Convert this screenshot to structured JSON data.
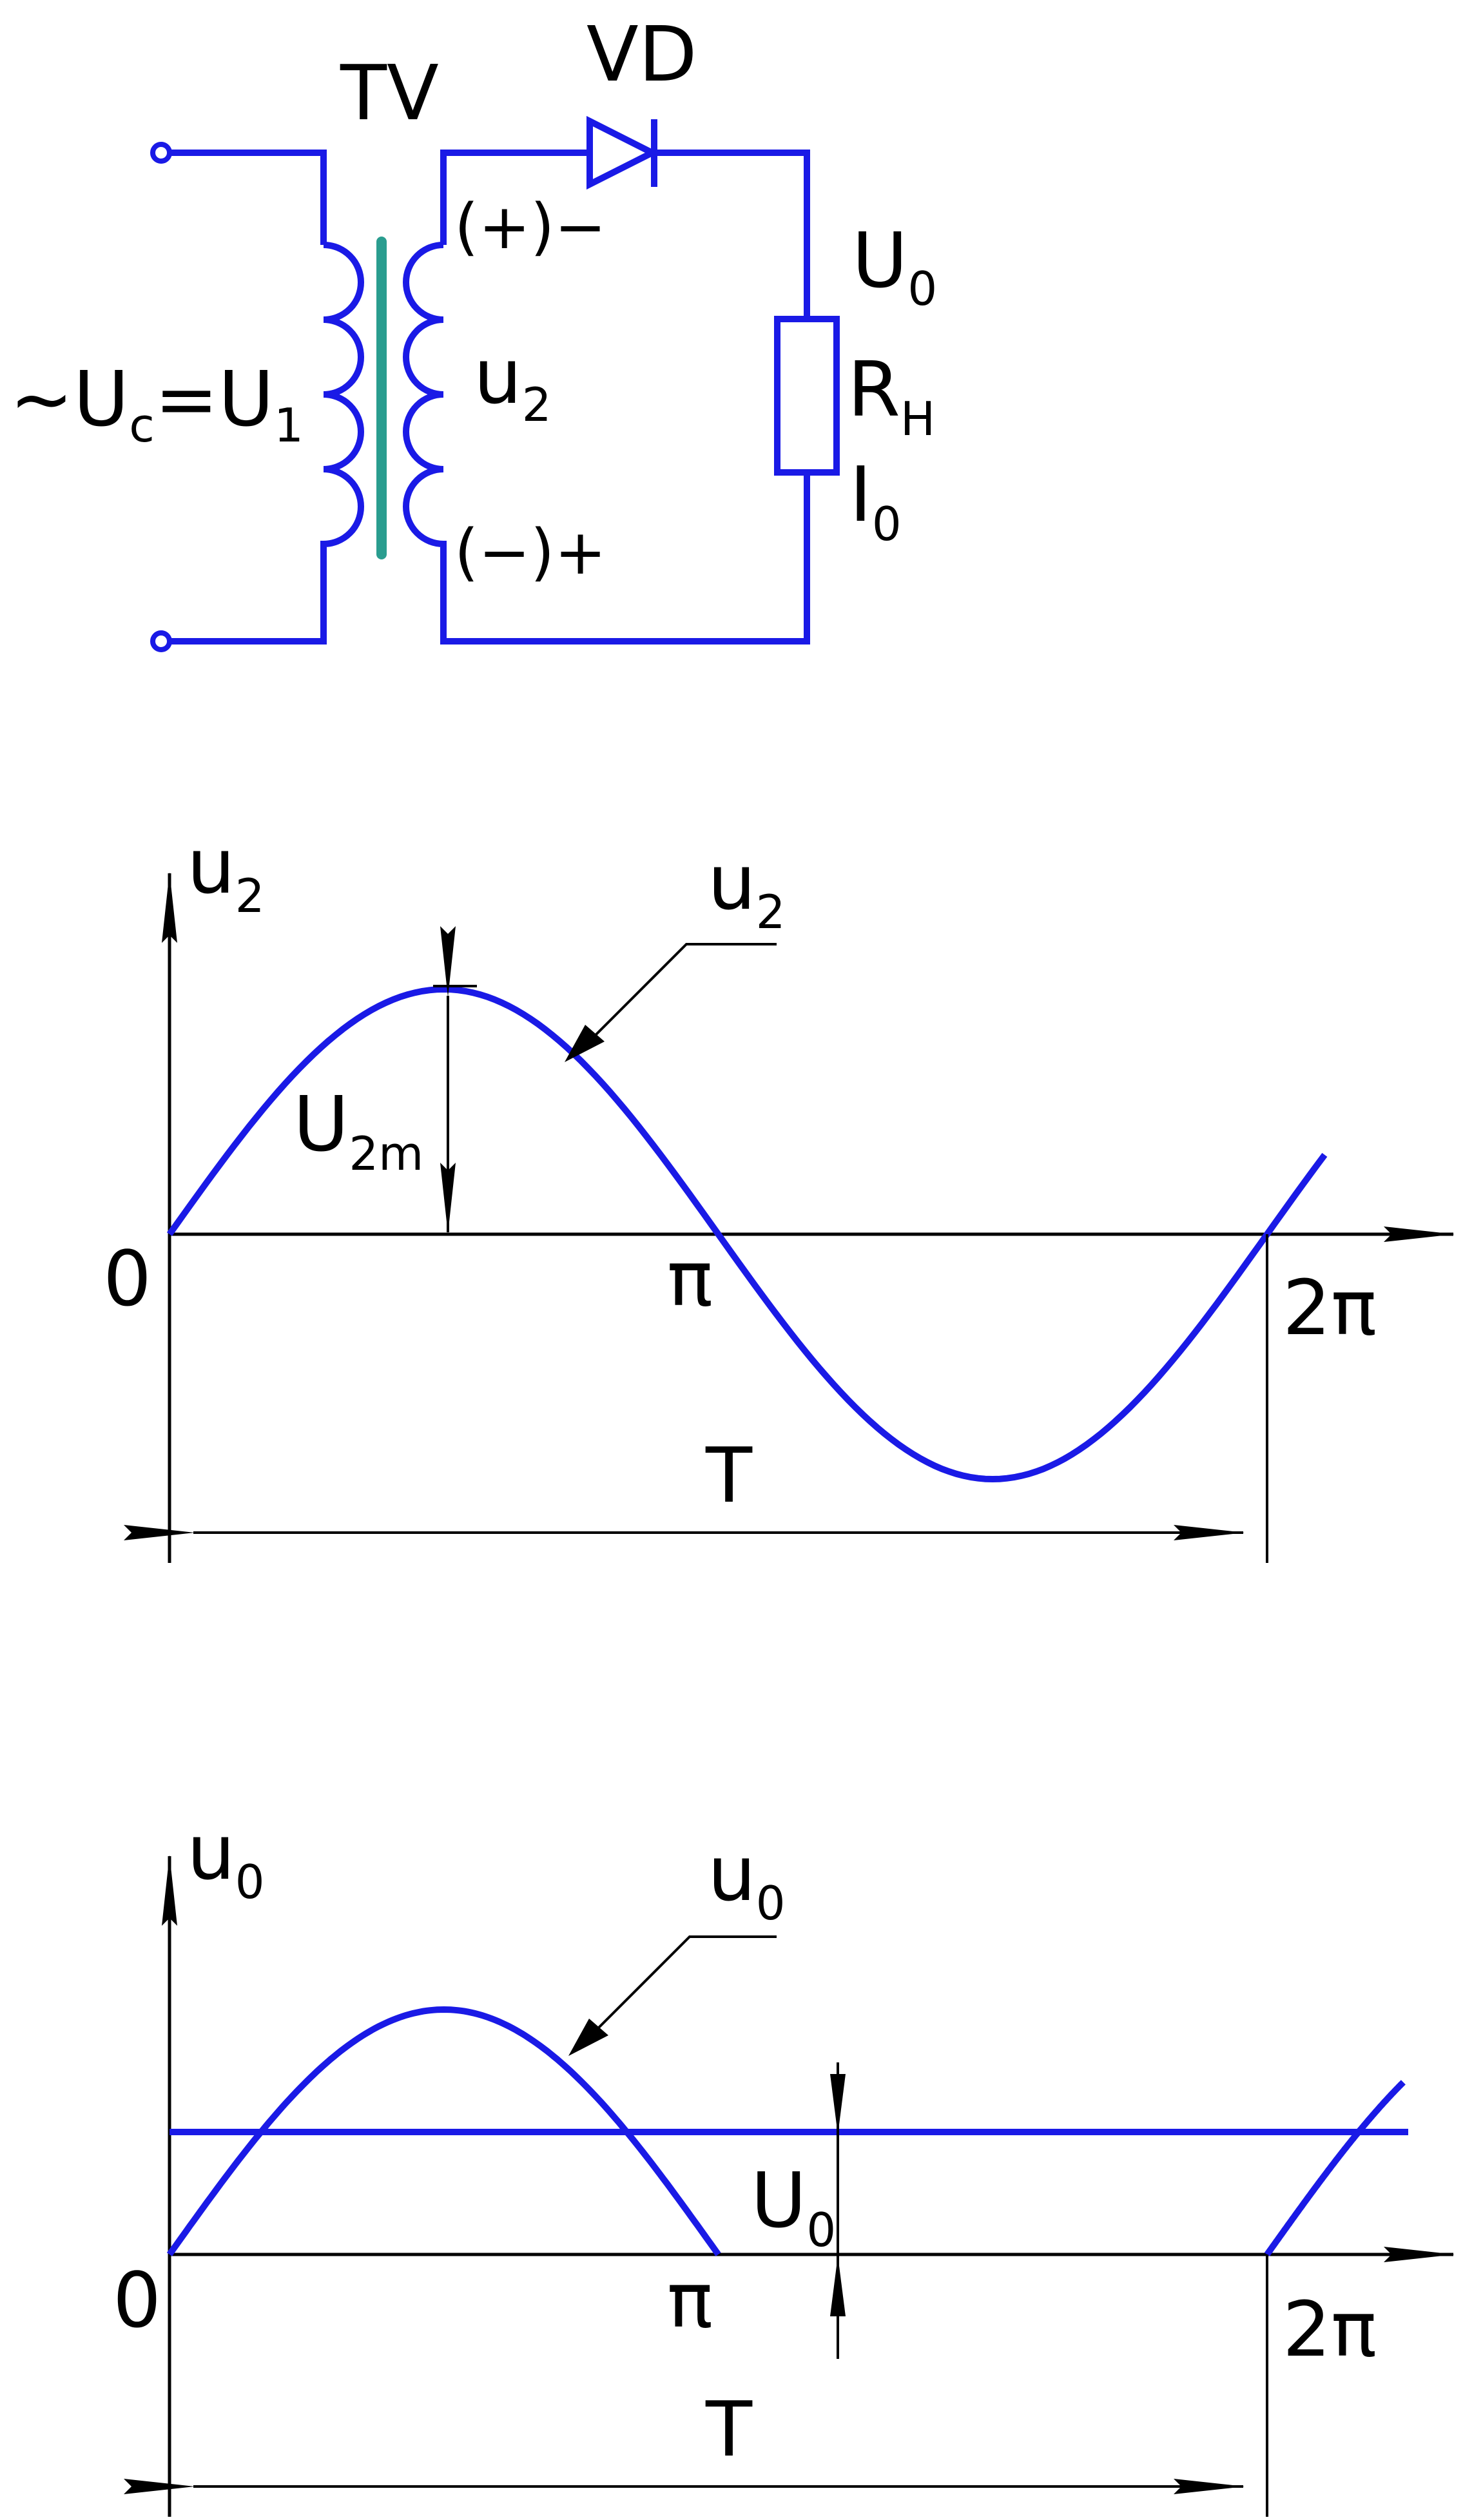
{
  "colors": {
    "circuit": "#1a1ae6",
    "core": "#2a9d8f",
    "axes": "#000000",
    "curve": "#1a1ae6"
  },
  "circuit": {
    "transformer_label": "TV",
    "diode_label": "VD",
    "source_label": "~U",
    "source_sub": "c",
    "source_eq": "=U",
    "source_eq_sub": "1",
    "secondary_label": "u",
    "secondary_sub": "2",
    "top_polarity": "(+)−",
    "bottom_polarity": "(−)+",
    "load_voltage": "U",
    "load_voltage_sub": "0",
    "load_resistor": "R",
    "load_resistor_sub": "H",
    "load_current": "I",
    "load_current_sub": "0"
  },
  "graph1": {
    "y_axis_label": "u",
    "y_axis_sub": "2",
    "curve_label": "u",
    "curve_sub": "2",
    "amplitude_label": "U",
    "amplitude_sub": "2m",
    "origin": "0",
    "pi_label": "π",
    "two_pi_label": "2π",
    "period_label": "T"
  },
  "graph2": {
    "y_axis_label": "u",
    "y_axis_sub": "0",
    "curve_label": "u",
    "curve_sub": "0",
    "dc_label": "U",
    "dc_sub": "0",
    "origin": "0",
    "pi_label": "π",
    "two_pi_label": "2π",
    "period_label": "T"
  },
  "chart_data": [
    {
      "type": "line",
      "series": [
        {
          "name": "u2",
          "function": "sin",
          "x": [
            0,
            0.785,
            1.571,
            2.356,
            3.142,
            3.927,
            4.712,
            5.498,
            6.283
          ],
          "y": [
            0,
            0.707,
            1,
            0.707,
            0,
            -0.707,
            -1,
            -0.707,
            0
          ]
        }
      ],
      "x_ticks": [
        "0",
        "π",
        "2π"
      ],
      "ylabel": "u2",
      "annotations": [
        "U2m",
        "T"
      ]
    },
    {
      "type": "line",
      "series": [
        {
          "name": "u0",
          "function": "half-wave rectified sin",
          "x": [
            0,
            0.785,
            1.571,
            2.356,
            3.142,
            3.927,
            4.712,
            5.498,
            6.283
          ],
          "y": [
            0,
            0.707,
            1,
            0.707,
            0,
            0,
            0,
            0,
            0
          ]
        },
        {
          "name": "U0",
          "function": "constant",
          "x": [
            0,
            6.283
          ],
          "y": [
            0.5,
            0.5
          ]
        }
      ],
      "x_ticks": [
        "0",
        "π",
        "2π"
      ],
      "ylabel": "u0",
      "annotations": [
        "U0",
        "T"
      ]
    }
  ]
}
